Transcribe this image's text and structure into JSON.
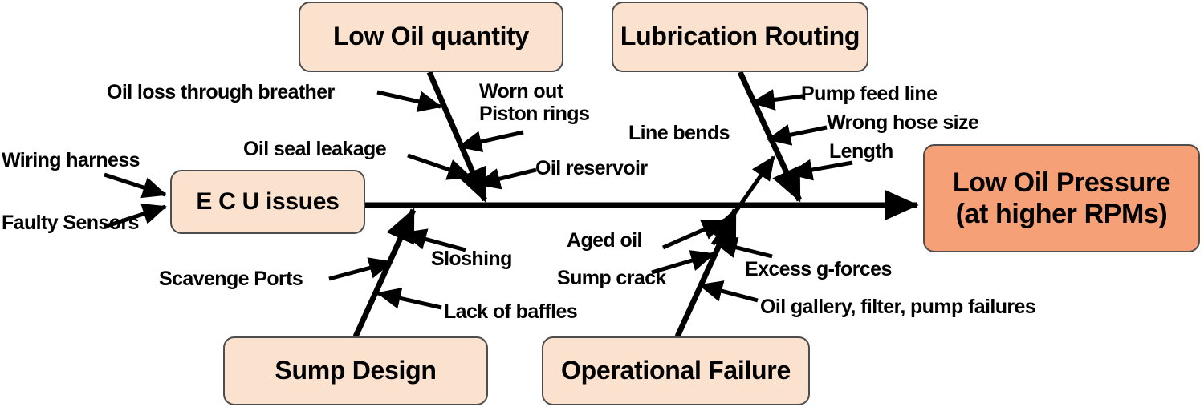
{
  "diagram": {
    "type": "fishbone-ishikawa",
    "effect": {
      "line1": "Low Oil Pressure",
      "line2": "(at higher RPMs)",
      "color": "#f5a076"
    },
    "category_color": "#fbe2cf",
    "spine_color": "#000000",
    "head_box": {
      "label": "E C U issues"
    },
    "categories": [
      {
        "id": "low-oil-quantity",
        "label": "Low Oil quantity",
        "position": "top",
        "causes": [
          "Oil loss through breather",
          "Worn out Piston rings",
          "Oil reservoir"
        ]
      },
      {
        "id": "lubrication-routing",
        "label": "Lubrication Routing",
        "position": "top",
        "causes": [
          "Pump feed line",
          "Wrong hose size",
          "Length",
          "Line bends"
        ]
      },
      {
        "id": "sump-design",
        "label": "Sump Design",
        "position": "bottom",
        "causes": [
          "Sloshing",
          "Scavenge Ports",
          "Lack of baffles"
        ]
      },
      {
        "id": "operational-failure",
        "label": "Operational Failure",
        "position": "bottom",
        "causes": [
          "Aged oil",
          "Sump crack",
          "Excess g-forces",
          "Oil gallery, filter, pump failures"
        ]
      }
    ],
    "ecu_causes": [
      "Wiring harness",
      "Faulty Sensors"
    ],
    "labels": {
      "oil_loss_through_breather": "Oil loss through breather",
      "oil_seal_leakage": "Oil seal leakage",
      "worn_out": "Worn out",
      "piston_rings": "Piston rings",
      "oil_reservoir": "Oil reservoir",
      "wiring_harness": "Wiring harness",
      "faulty_sensors": "Faulty Sensors",
      "pump_feed_line": "Pump feed line",
      "wrong_hose_size": "Wrong hose size",
      "length": "Length",
      "line_bends": "Line bends",
      "scavenge_ports": "Scavenge Ports",
      "sloshing": "Sloshing",
      "lack_of_baffles": "Lack of baffles",
      "aged_oil": "Aged oil",
      "sump_crack": "Sump crack",
      "excess_g_forces": "Excess g-forces",
      "oil_gallery_filter_pump_failures": "Oil gallery, filter, pump failures"
    }
  }
}
